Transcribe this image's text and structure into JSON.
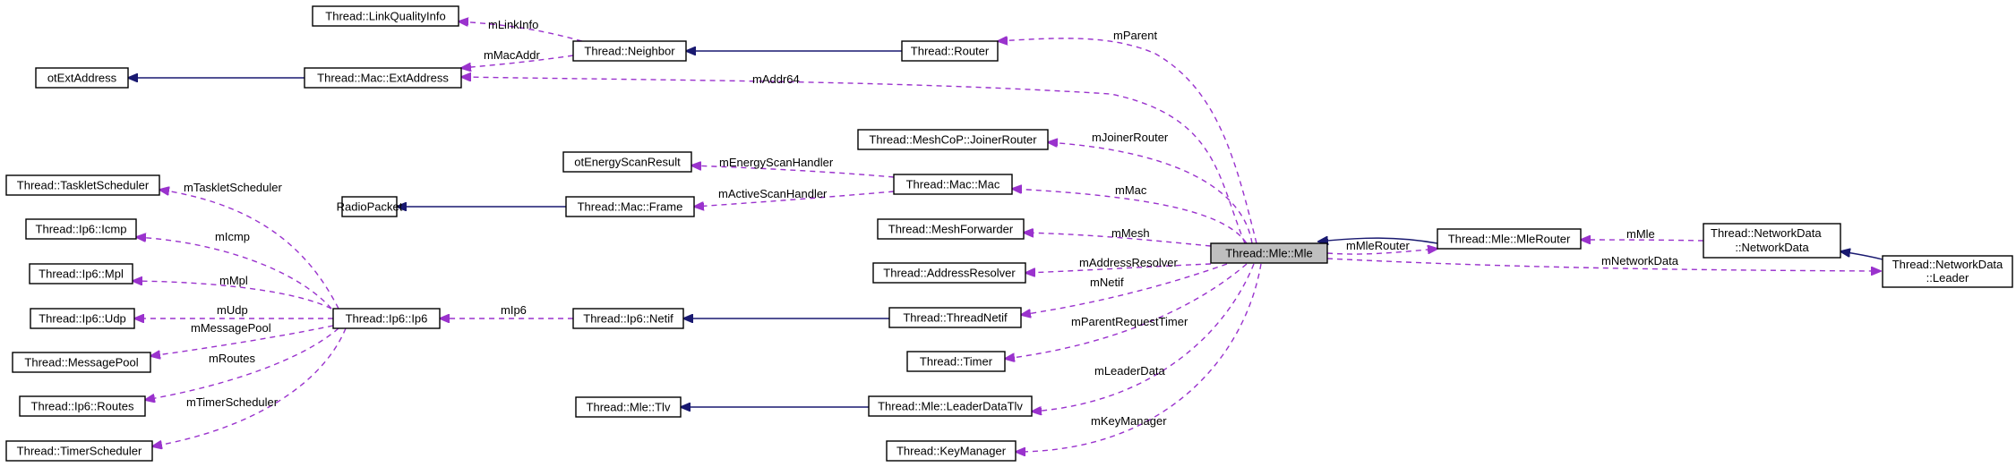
{
  "diagram": {
    "colors": {
      "inheritance": "#191970",
      "member": "#9a32cd",
      "focus_fill": "#bfbfbf",
      "node_border": "#000000"
    },
    "nodes": {
      "linkquality": {
        "label": "Thread::LinkQualityInfo"
      },
      "neighbor": {
        "label": "Thread::Neighbor"
      },
      "router": {
        "label": "Thread::Router"
      },
      "otext": {
        "label": "otExtAddress"
      },
      "extaddr": {
        "label": "Thread::Mac::ExtAddress"
      },
      "joinerrouter": {
        "label": "Thread::MeshCoP::JoinerRouter"
      },
      "energyscan": {
        "label": "otEnergyScanResult"
      },
      "mac": {
        "label": "Thread::Mac::Mac"
      },
      "tasklet": {
        "label": "Thread::TaskletScheduler"
      },
      "radiopacket": {
        "label": "RadioPacket"
      },
      "frame": {
        "label": "Thread::Mac::Frame"
      },
      "meshfwd": {
        "label": "Thread::MeshForwarder"
      },
      "icmp": {
        "label": "Thread::Ip6::Icmp"
      },
      "mle": {
        "label": "Thread::Mle::Mle"
      },
      "mlerouter": {
        "label": "Thread::Mle::MleRouter"
      },
      "netdata": {
        "lines": [
          "Thread::NetworkData",
          "::NetworkData"
        ]
      },
      "mpl": {
        "label": "Thread::Ip6::Mpl"
      },
      "addrresolver": {
        "label": "Thread::AddressResolver"
      },
      "leader": {
        "lines": [
          "Thread::NetworkData",
          "::Leader"
        ]
      },
      "udp": {
        "label": "Thread::Ip6::Udp"
      },
      "ip6": {
        "label": "Thread::Ip6::Ip6"
      },
      "netif": {
        "label": "Thread::Ip6::Netif"
      },
      "threadnetif": {
        "label": "Thread::ThreadNetif"
      },
      "msgpool": {
        "label": "Thread::MessagePool"
      },
      "timer": {
        "label": "Thread::Timer"
      },
      "routes": {
        "label": "Thread::Ip6::Routes"
      },
      "tlv": {
        "label": "Thread::Mle::Tlv"
      },
      "leaderdatatlv": {
        "label": "Thread::Mle::LeaderDataTlv"
      },
      "timersched": {
        "label": "Thread::TimerScheduler"
      },
      "keymanager": {
        "label": "Thread::KeyManager"
      }
    },
    "edge_labels": {
      "mLinkInfo": "mLinkInfo",
      "mParent": "mParent",
      "mMacAddr": "mMacAddr",
      "mAddr64": "mAddr64",
      "mJoinerRouter": "mJoinerRouter",
      "mTaskletScheduler": "mTaskletScheduler",
      "mEnergyScanHandler": "mEnergyScanHandler",
      "mMac": "mMac",
      "mActiveScanHandler": "mActiveScanHandler",
      "mIcmp": "mIcmp",
      "mMesh": "mMesh",
      "mMleRouter": "mMleRouter",
      "mMle": "mMle",
      "mMpl": "mMpl",
      "mAddressResolver": "mAddressResolver",
      "mNetworkData": "mNetworkData",
      "mUdp": "mUdp",
      "mIp6": "mIp6",
      "mNetif": "mNetif",
      "mMessagePool": "mMessagePool",
      "mParentRequestTimer": "mParentRequestTimer",
      "mRoutes": "mRoutes",
      "mLeaderData": "mLeaderData",
      "mTimerScheduler": "mTimerScheduler",
      "mKeyManager": "mKeyManager"
    }
  }
}
